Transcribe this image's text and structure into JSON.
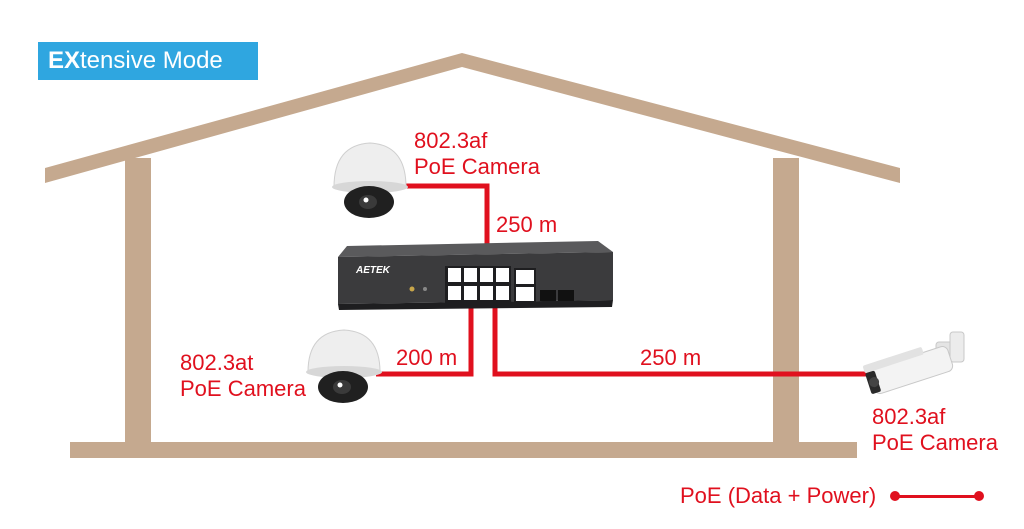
{
  "badge": {
    "prefix": "EX",
    "rest": "tensive Mode"
  },
  "switch": {
    "brand": "AETEK"
  },
  "cameras": {
    "top": {
      "standard": "802.3af",
      "type": "PoE Camera"
    },
    "left": {
      "standard": "802.3at",
      "type": "PoE Camera"
    },
    "right": {
      "standard": "802.3af",
      "type": "PoE Camera"
    }
  },
  "links": {
    "top": "250 m",
    "left": "200 m",
    "right": "250 m"
  },
  "legend": {
    "label": "PoE (Data + Power)"
  },
  "colors": {
    "house": "#c5a98f",
    "cable": "#e0101e",
    "badge": "#2fa6e0",
    "switch": "#3b3b3d"
  },
  "icons": [
    "dome-camera-icon",
    "bullet-camera-icon",
    "poe-switch-icon"
  ]
}
